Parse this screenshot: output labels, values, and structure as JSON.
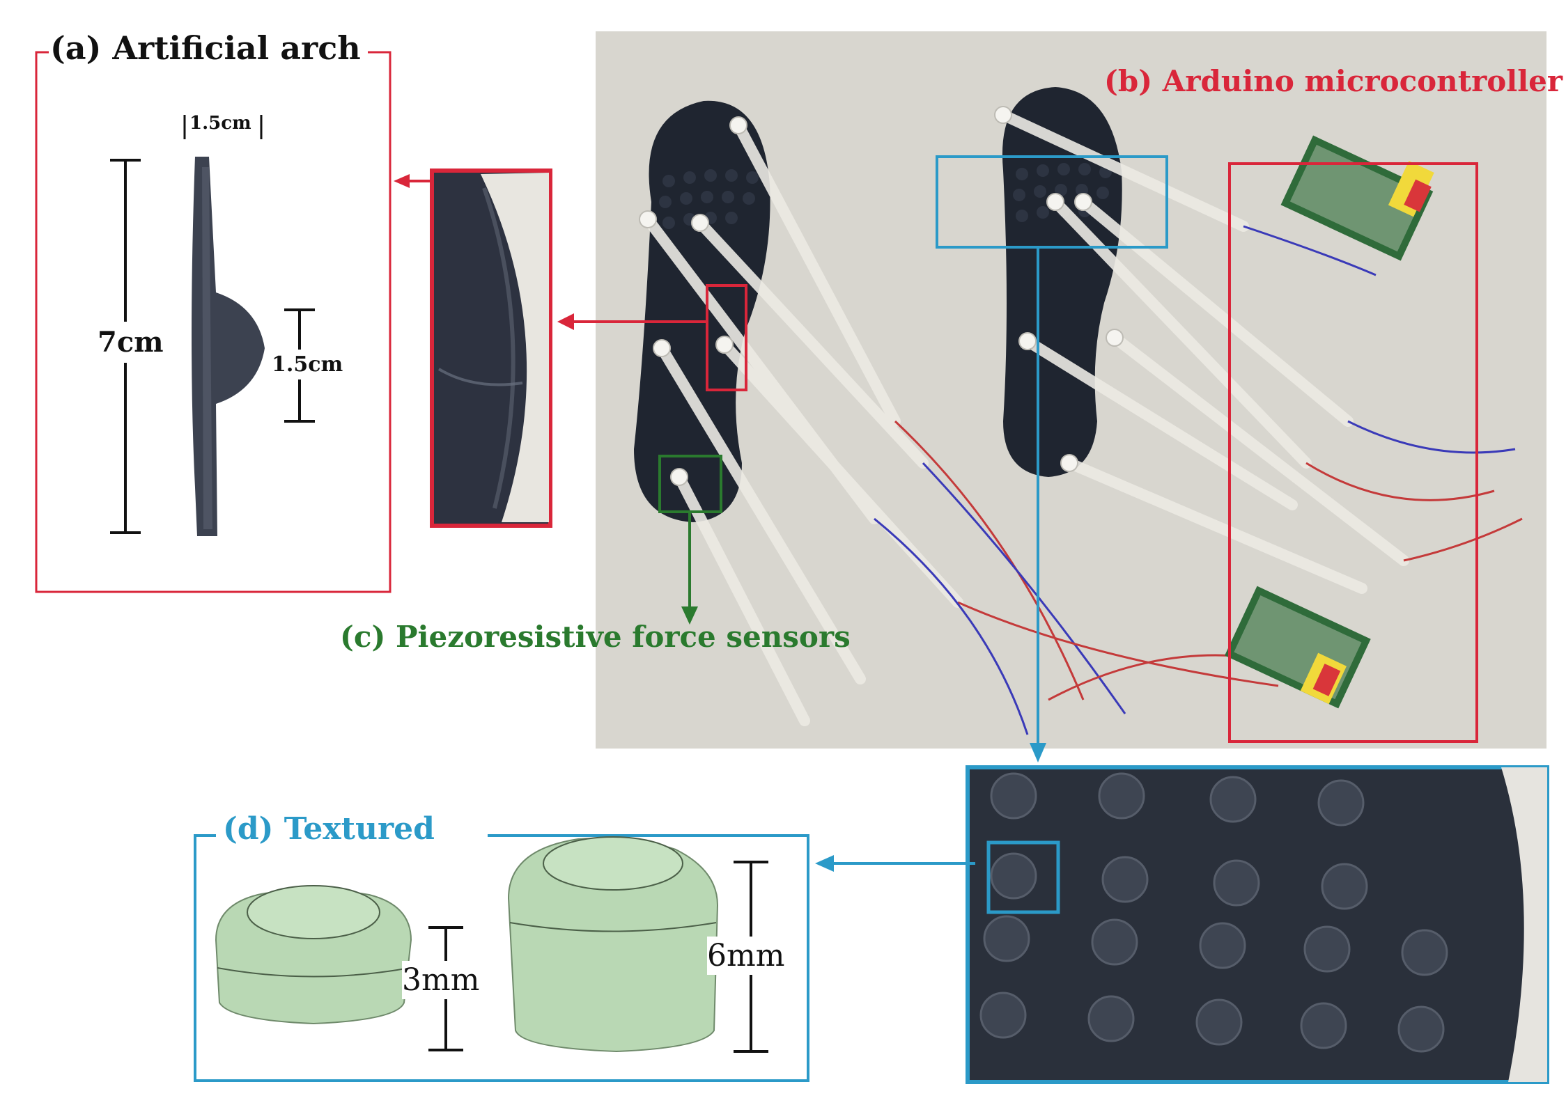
{
  "panels": {
    "a": {
      "title": "(a) Artificial arch",
      "dim_width": "1.5cm",
      "dim_height": "7cm",
      "dim_bump": "1.5cm"
    },
    "b": {
      "title": "(b) Arduino microcontroller"
    },
    "c": {
      "title": "(c) Piezoresistive force sensors"
    },
    "d": {
      "title": "(d) Textured",
      "dim_short": "3mm",
      "dim_tall": "6mm"
    }
  },
  "colors": {
    "red": "#d9263a",
    "green": "#2a7a2e",
    "blue": "#2b9ac8",
    "insole": "#1f2530",
    "bump": "#b9d8b4",
    "photo_bg": "#d8d6cf"
  }
}
